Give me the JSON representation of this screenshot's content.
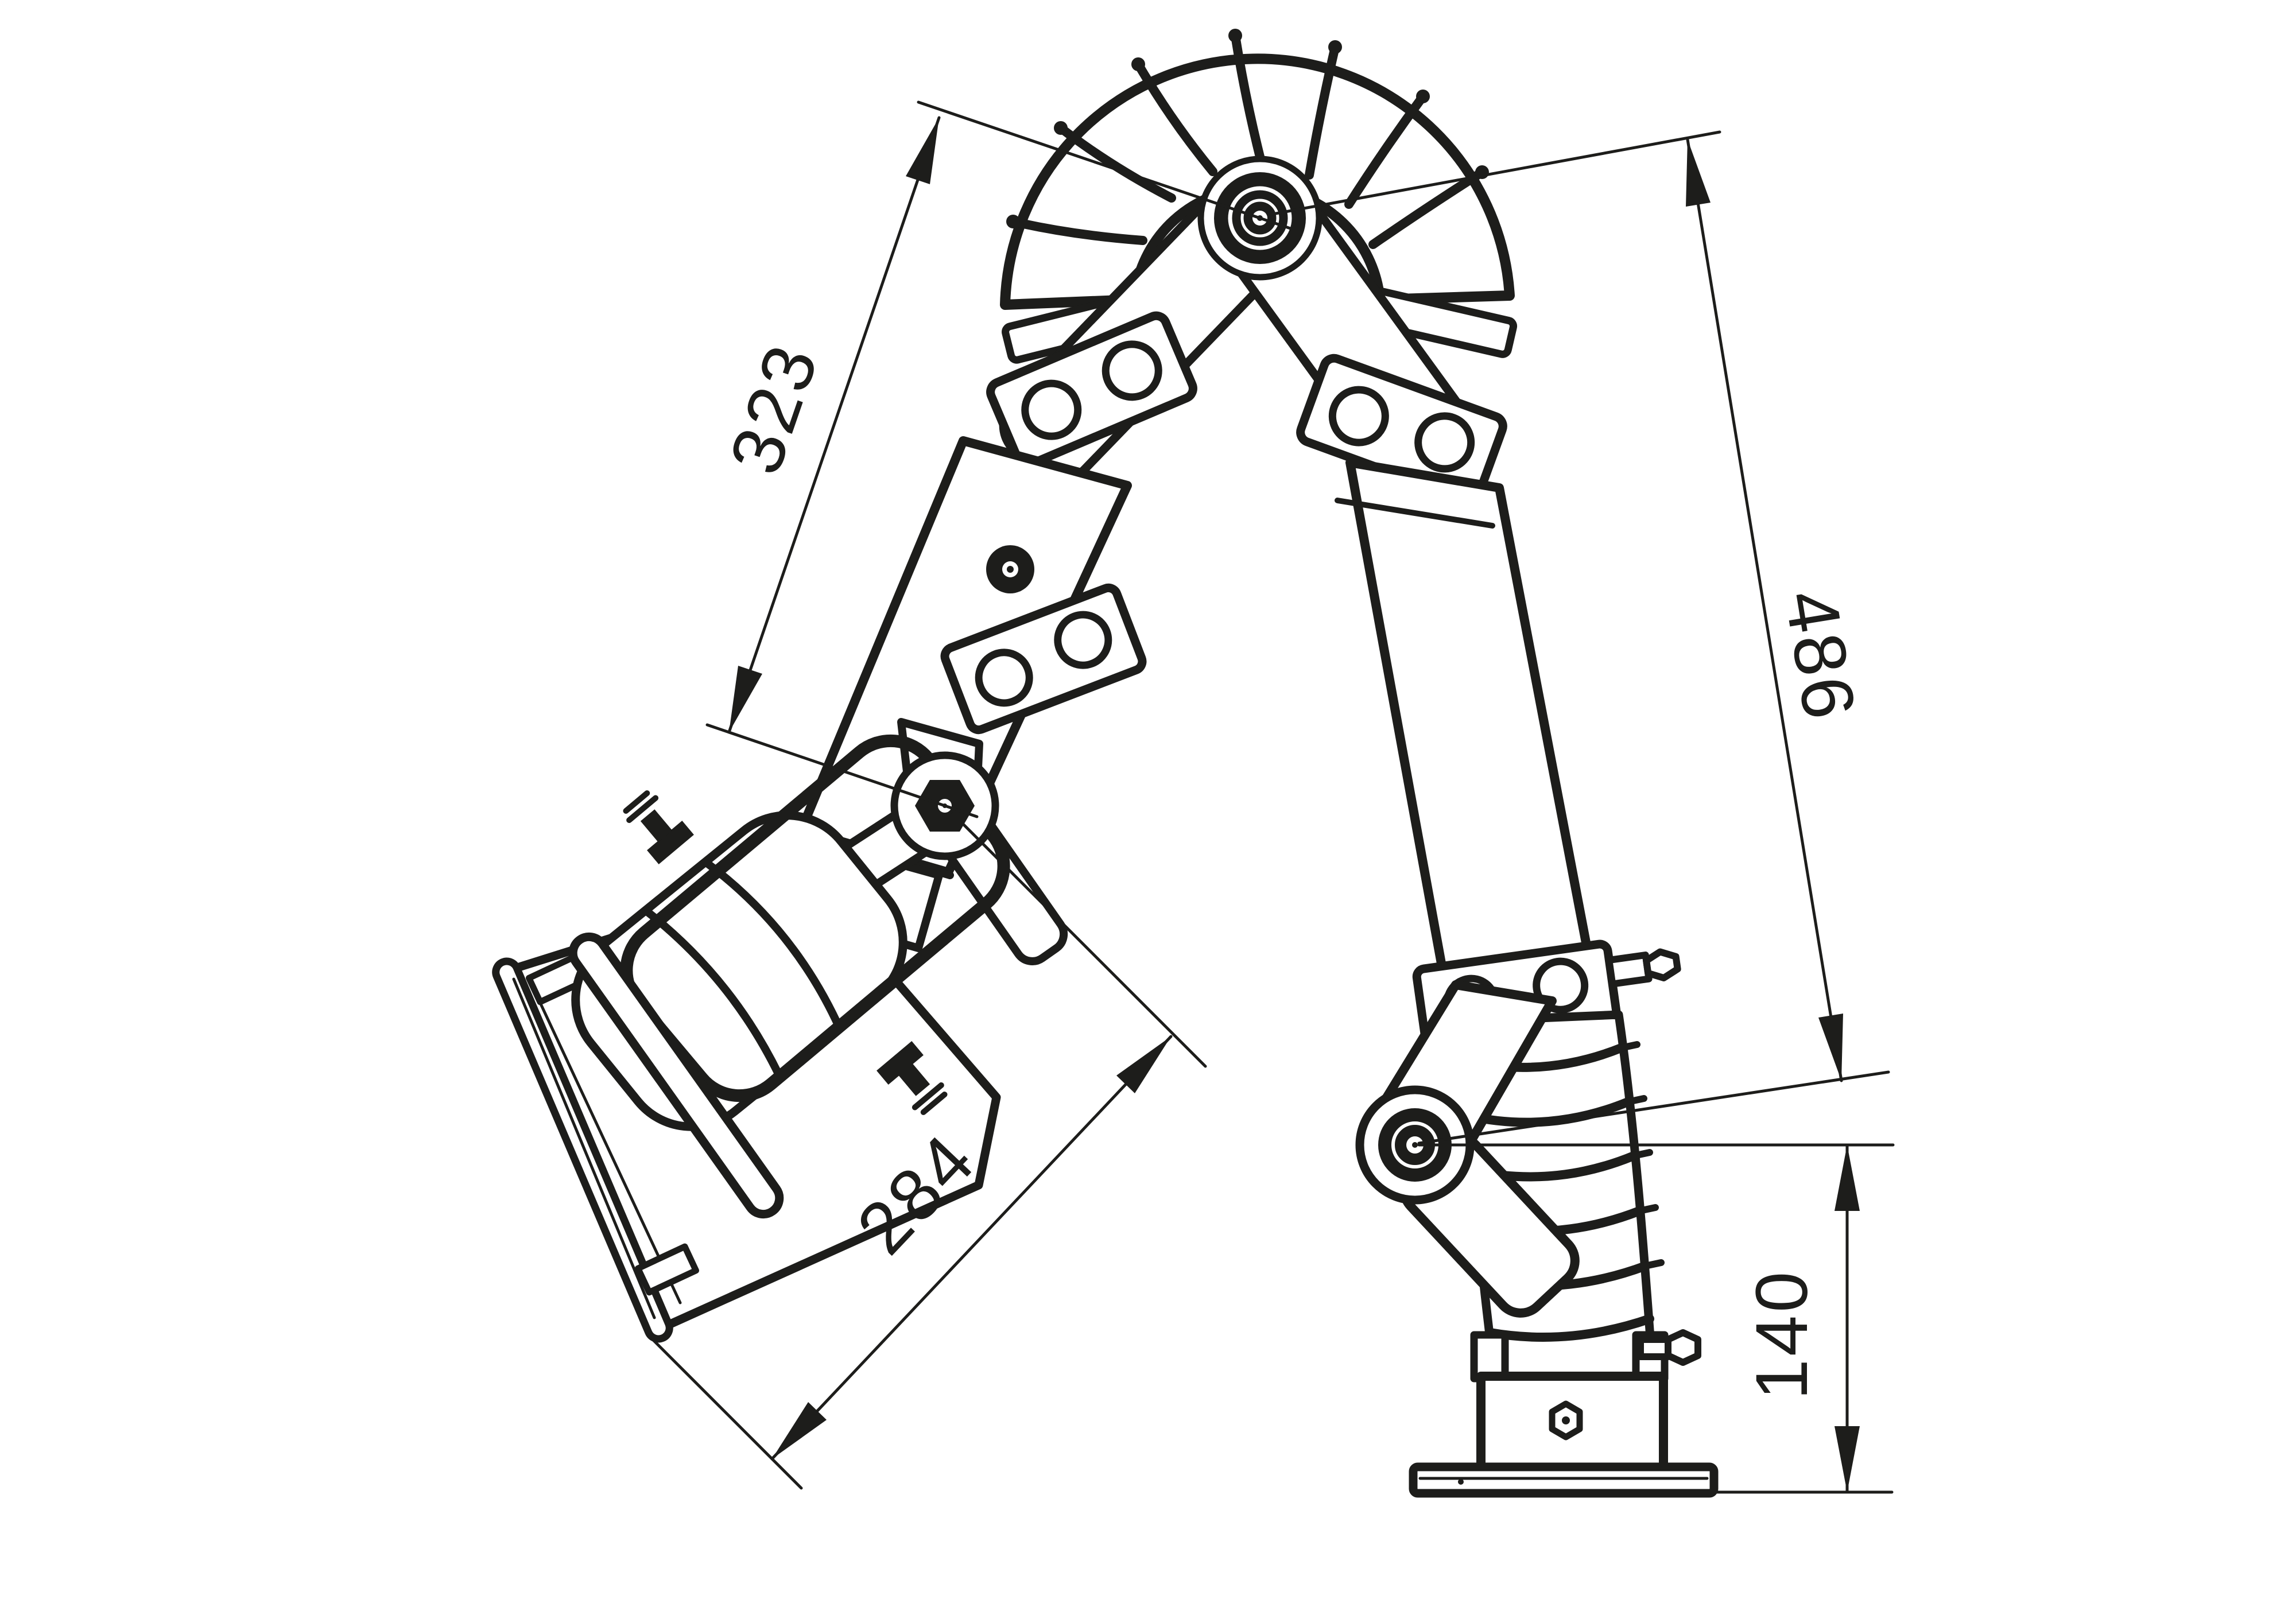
{
  "drawing": {
    "kind": "technical-line-drawing",
    "subject": "articulated-extraction-arm-side-view",
    "line_color": "#1d1d1b",
    "background_color": "#ffffff",
    "dimensions": {
      "upper_arm": "323",
      "lower_arm": "486",
      "hood": "284",
      "base_height": "140"
    }
  }
}
